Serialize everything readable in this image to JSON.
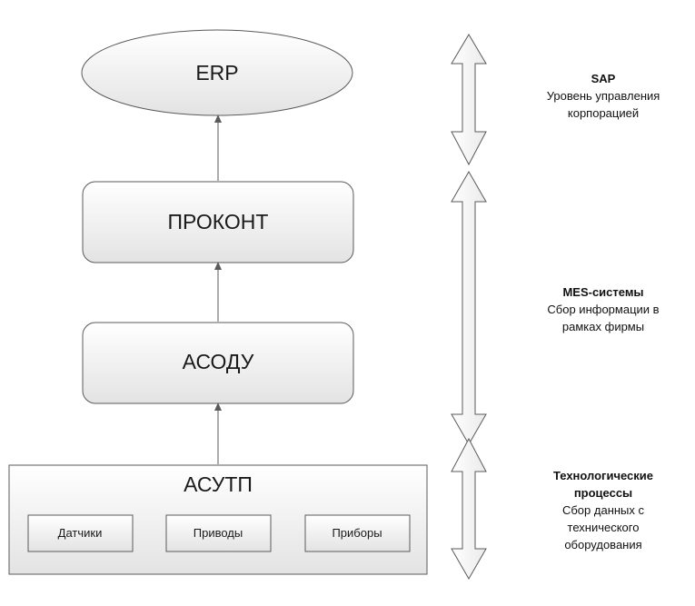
{
  "nodes": {
    "erp": "ERP",
    "prokont": "ПРОКОНТ",
    "asodu": "АСОДУ",
    "asutp": "АСУТП",
    "sensors": "Датчики",
    "drives": "Приводы",
    "devices": "Приборы"
  },
  "levels": {
    "top": {
      "title": "SAP",
      "lines": [
        "Уровень управления",
        "корпорацией"
      ]
    },
    "middle": {
      "title": "MES-системы",
      "lines": [
        "Сбор информации в",
        "рамках фирмы"
      ]
    },
    "bottom": {
      "title_lines": [
        "Технологические",
        "процессы"
      ],
      "lines": [
        "Сбор данных с",
        "технического",
        "оборудования"
      ]
    }
  },
  "colors": {
    "stroke": "#5a5a5a",
    "fill_top": "#ffffff",
    "fill_bottom": "#e3e3e3"
  }
}
